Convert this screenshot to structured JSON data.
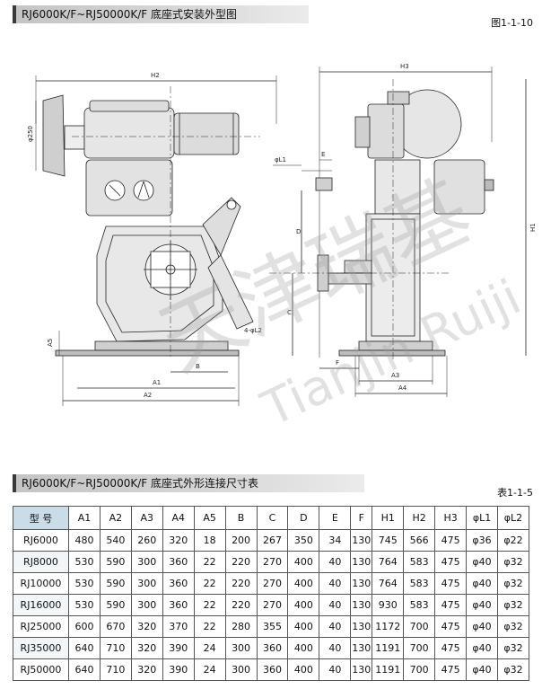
{
  "header1": "RJ6000K/F~RJ50000K/F 底座式安装外型图",
  "figure_label": "图1-1-10",
  "header2": "RJ6000K/F~RJ50000K/F 底座式外形连接尺寸表",
  "table_label": "表1-1-5",
  "watermark": {
    "chinese": "天津瑞基",
    "latin": "Tianjin Ruiji"
  },
  "drawing_labels": {
    "H2": "H2",
    "H3": "H3",
    "H1": "H1",
    "phi250": "φ250",
    "A5": "A5",
    "B": "B",
    "A1": "A1",
    "A2": "A2",
    "L2": "4-φL2",
    "L1": "φL1",
    "E": "E",
    "D": "D",
    "C": "C",
    "F": "F",
    "A3": "A3",
    "A4": "A4"
  },
  "table": {
    "headers": [
      "型 号",
      "A1",
      "A2",
      "A3",
      "A4",
      "A5",
      "B",
      "C",
      "D",
      "E",
      "F",
      "H1",
      "H2",
      "H3",
      "φL1",
      "φL2"
    ],
    "rows": [
      [
        "RJ6000",
        "480",
        "540",
        "260",
        "320",
        "18",
        "200",
        "267",
        "350",
        "34",
        "130",
        "745",
        "566",
        "475",
        "φ36",
        "φ22"
      ],
      [
        "RJ8000",
        "530",
        "590",
        "300",
        "360",
        "22",
        "220",
        "270",
        "400",
        "40",
        "130",
        "764",
        "583",
        "475",
        "φ40",
        "φ32"
      ],
      [
        "RJ10000",
        "530",
        "590",
        "300",
        "360",
        "22",
        "220",
        "270",
        "400",
        "40",
        "130",
        "764",
        "583",
        "475",
        "φ40",
        "φ32"
      ],
      [
        "RJ16000",
        "530",
        "590",
        "300",
        "360",
        "22",
        "220",
        "270",
        "400",
        "40",
        "130",
        "930",
        "583",
        "475",
        "φ40",
        "φ32"
      ],
      [
        "RJ25000",
        "600",
        "670",
        "320",
        "370",
        "22",
        "280",
        "355",
        "400",
        "40",
        "130",
        "1172",
        "700",
        "475",
        "φ40",
        "φ32"
      ],
      [
        "RJ35000",
        "640",
        "710",
        "320",
        "390",
        "24",
        "300",
        "360",
        "400",
        "40",
        "130",
        "1191",
        "700",
        "475",
        "φ40",
        "φ32"
      ],
      [
        "RJ50000",
        "640",
        "710",
        "320",
        "390",
        "24",
        "300",
        "360",
        "400",
        "40",
        "130",
        "1191",
        "700",
        "475",
        "φ40",
        "φ32"
      ]
    ]
  }
}
